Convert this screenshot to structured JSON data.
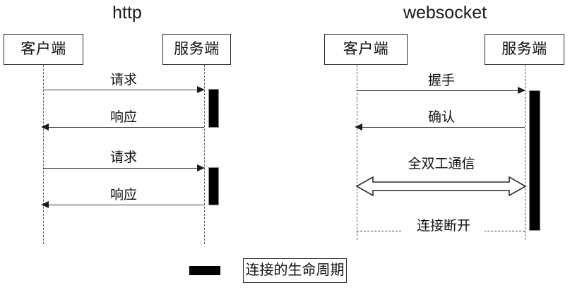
{
  "diagram": {
    "type": "sequence-diagram-comparison",
    "background_color": "#ffffff",
    "line_color": "#3a3a3a",
    "lifeline_color": "#5a5a5a",
    "activation_color": "#000000",
    "panels": [
      {
        "id": "http",
        "title": "http",
        "participants": [
          {
            "id": "client",
            "label": "客户端"
          },
          {
            "id": "server",
            "label": "服务端"
          }
        ],
        "messages": [
          {
            "label": "请求",
            "direction": "right",
            "style": "solid"
          },
          {
            "label": "响应",
            "direction": "left",
            "style": "solid"
          },
          {
            "label": "请求",
            "direction": "right",
            "style": "solid"
          },
          {
            "label": "响应",
            "direction": "left",
            "style": "solid"
          }
        ],
        "activations": 2
      },
      {
        "id": "websocket",
        "title": "websocket",
        "participants": [
          {
            "id": "client",
            "label": "客户端"
          },
          {
            "id": "server",
            "label": "服务端"
          }
        ],
        "messages": [
          {
            "label": "握手",
            "direction": "right",
            "style": "solid"
          },
          {
            "label": "确认",
            "direction": "left",
            "style": "solid"
          },
          {
            "label": "全双工通信",
            "direction": "both",
            "style": "hollow-double"
          },
          {
            "label": "连接断开",
            "direction": "both",
            "style": "dashed"
          }
        ],
        "activations": 1
      }
    ]
  },
  "legend": {
    "swatch_color": "#000000",
    "label": "连接的生命周期"
  }
}
